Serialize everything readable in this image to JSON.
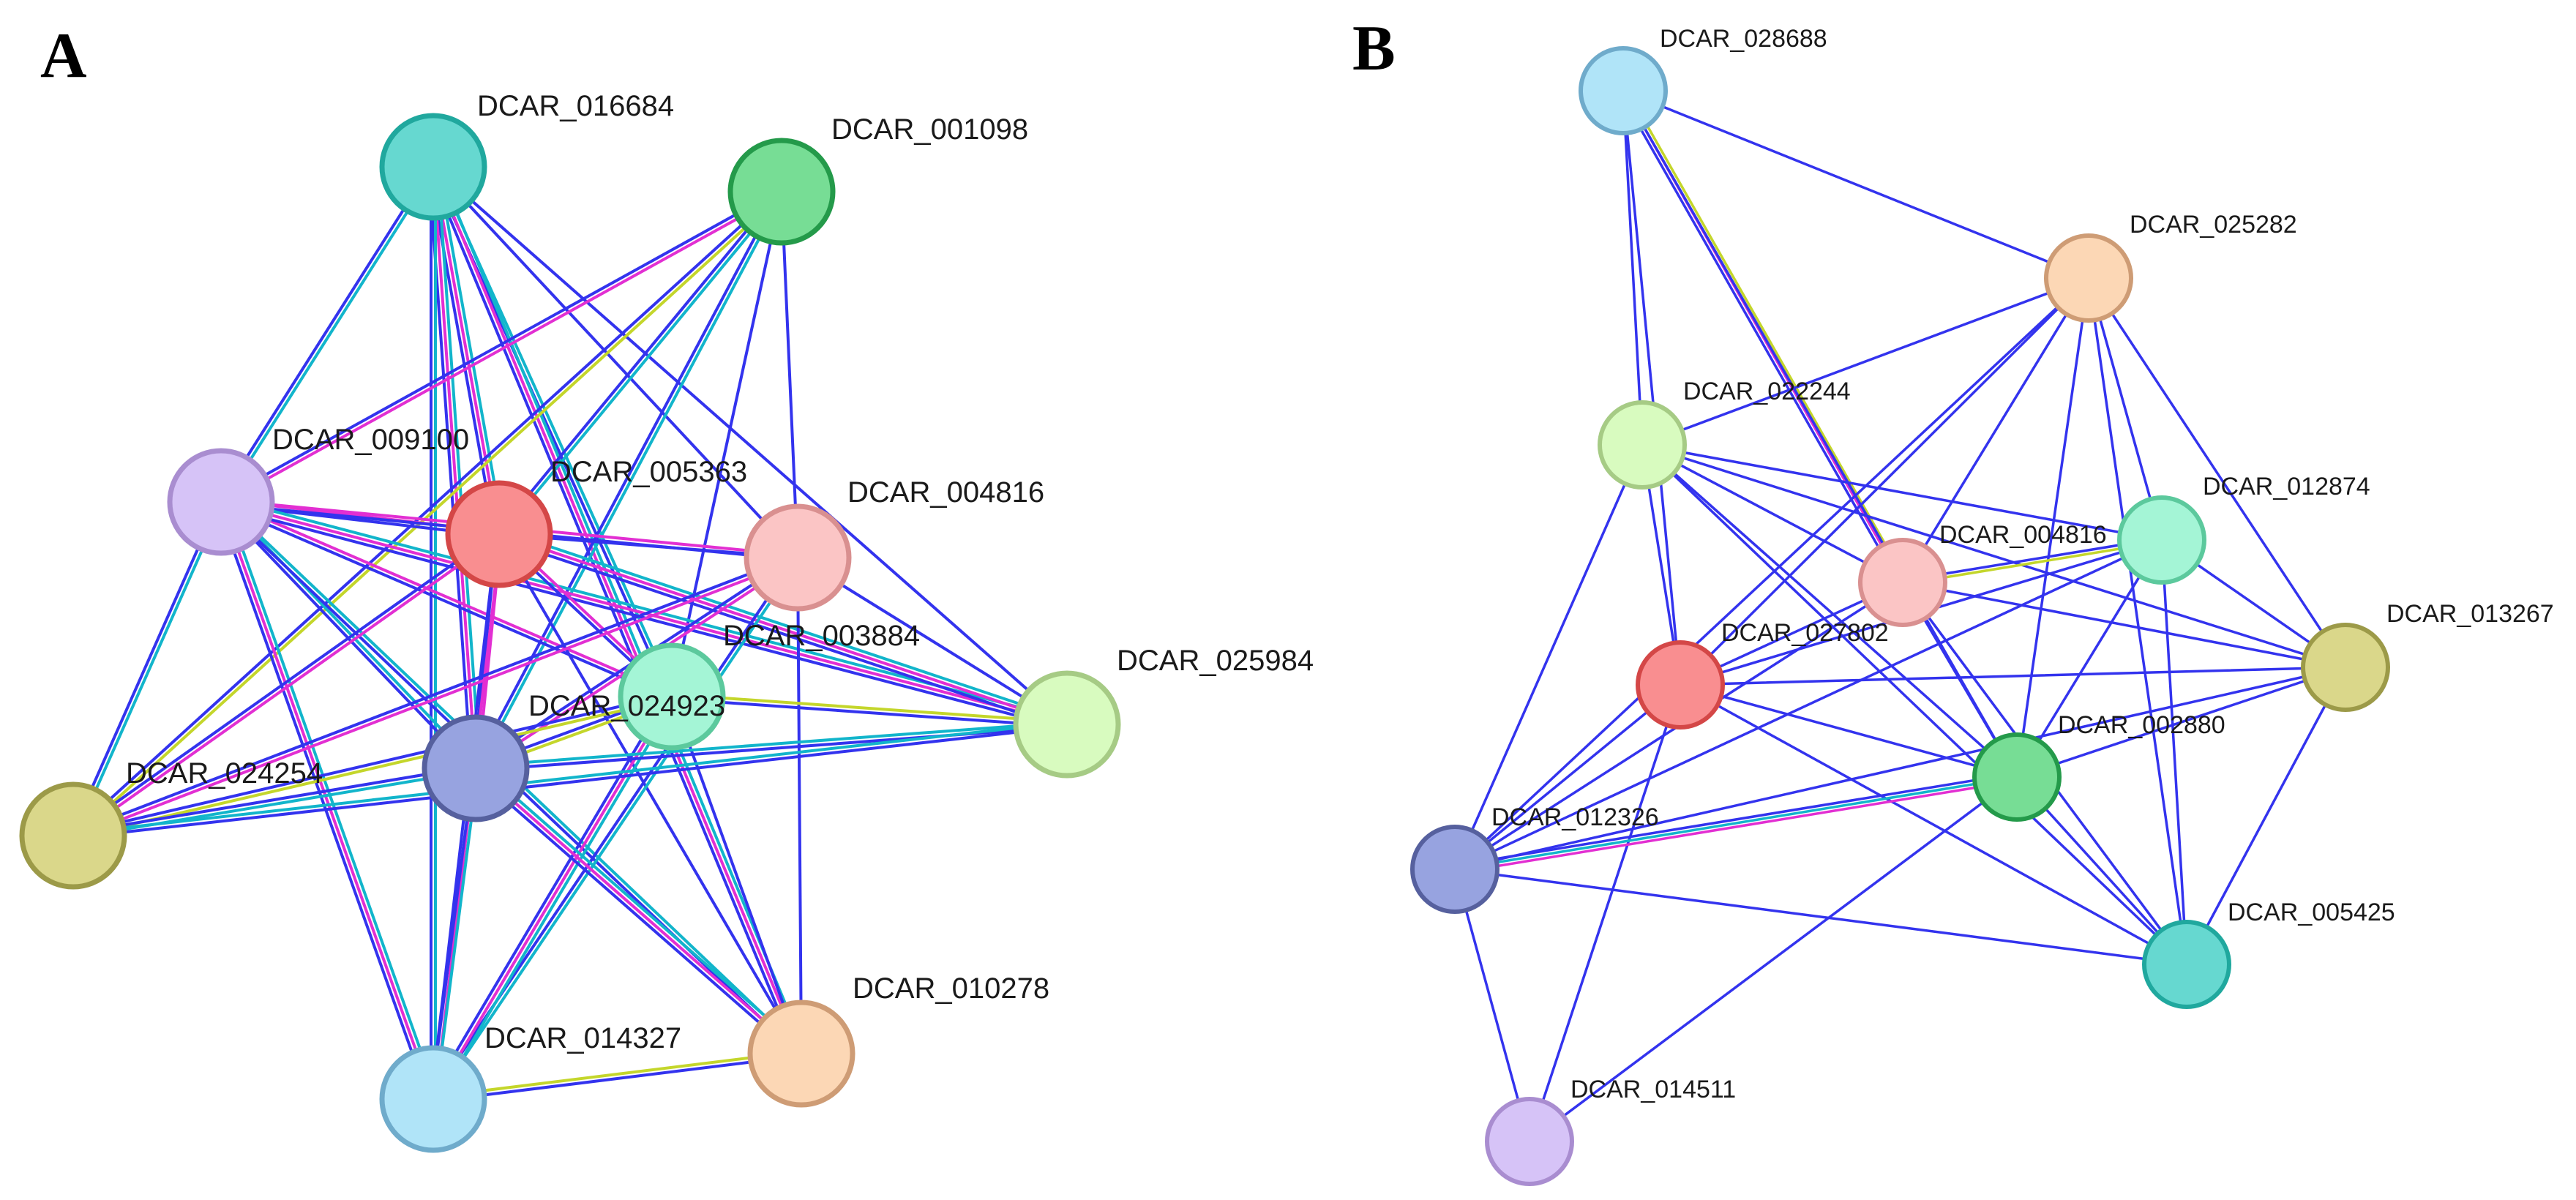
{
  "panels": [
    {
      "letter": "A",
      "nodes": [
        {
          "id": "DCAR_016684",
          "fill": "#66D8D0",
          "stroke": "#20A89E"
        },
        {
          "id": "DCAR_001098",
          "fill": "#77DD95",
          "stroke": "#249A4A"
        },
        {
          "id": "DCAR_009100",
          "fill": "#D6C3F7",
          "stroke": "#A98DD0"
        },
        {
          "id": "DCAR_005363",
          "fill": "#F98E90",
          "stroke": "#D44747"
        },
        {
          "id": "DCAR_004816",
          "fill": "#FBC5C5",
          "stroke": "#D99090"
        },
        {
          "id": "DCAR_003884",
          "fill": "#A4F5D6",
          "stroke": "#5CC99D"
        },
        {
          "id": "DCAR_025984",
          "fill": "#D8FBBF",
          "stroke": "#A6CB85"
        },
        {
          "id": "DCAR_024923",
          "fill": "#97A3E0",
          "stroke": "#56609E"
        },
        {
          "id": "DCAR_024254",
          "fill": "#DAD78A",
          "stroke": "#9C9A48"
        },
        {
          "id": "DCAR_014327",
          "fill": "#B0E4F8",
          "stroke": "#6FABCB"
        },
        {
          "id": "DCAR_010278",
          "fill": "#FCD7B5",
          "stroke": "#CE9C75"
        }
      ],
      "edges": [
        {
          "from": "DCAR_016684",
          "to": "DCAR_009100",
          "types": [
            "cyan",
            "blue"
          ]
        },
        {
          "from": "DCAR_016684",
          "to": "DCAR_005363",
          "types": [
            "cyan",
            "magenta",
            "blue"
          ]
        },
        {
          "from": "DCAR_016684",
          "to": "DCAR_004816",
          "types": [
            "blue"
          ]
        },
        {
          "from": "DCAR_016684",
          "to": "DCAR_003884",
          "types": [
            "cyan",
            "blue"
          ]
        },
        {
          "from": "DCAR_016684",
          "to": "DCAR_024923",
          "types": [
            "cyan",
            "magenta",
            "blue"
          ]
        },
        {
          "from": "DCAR_016684",
          "to": "DCAR_014327",
          "types": [
            "cyan",
            "blue"
          ]
        },
        {
          "from": "DCAR_016684",
          "to": "DCAR_010278",
          "types": [
            "cyan",
            "magenta",
            "blue"
          ]
        },
        {
          "from": "DCAR_016684",
          "to": "DCAR_025984",
          "types": [
            "blue"
          ]
        },
        {
          "from": "DCAR_001098",
          "to": "DCAR_009100",
          "types": [
            "magenta",
            "blue"
          ]
        },
        {
          "from": "DCAR_001098",
          "to": "DCAR_005363",
          "types": [
            "cyan",
            "blue"
          ]
        },
        {
          "from": "DCAR_001098",
          "to": "DCAR_004816",
          "types": [
            "blue"
          ]
        },
        {
          "from": "DCAR_001098",
          "to": "DCAR_024923",
          "types": [
            "cyan",
            "blue"
          ]
        },
        {
          "from": "DCAR_001098",
          "to": "DCAR_003884",
          "types": [
            "blue"
          ]
        },
        {
          "from": "DCAR_001098",
          "to": "DCAR_024254",
          "types": [
            "yellow",
            "blue"
          ]
        },
        {
          "from": "DCAR_009100",
          "to": "DCAR_005363",
          "types": [
            "magenta",
            "blue"
          ]
        },
        {
          "from": "DCAR_009100",
          "to": "DCAR_004816",
          "types": [
            "magenta",
            "blue"
          ]
        },
        {
          "from": "DCAR_009100",
          "to": "DCAR_003884",
          "types": [
            "magenta",
            "blue"
          ]
        },
        {
          "from": "DCAR_009100",
          "to": "DCAR_025984",
          "types": [
            "cyan",
            "magenta",
            "blue"
          ]
        },
        {
          "from": "DCAR_009100",
          "to": "DCAR_024923",
          "types": [
            "cyan",
            "blue"
          ]
        },
        {
          "from": "DCAR_009100",
          "to": "DCAR_024254",
          "types": [
            "cyan",
            "blue"
          ]
        },
        {
          "from": "DCAR_009100",
          "to": "DCAR_014327",
          "types": [
            "cyan",
            "magenta",
            "blue"
          ]
        },
        {
          "from": "DCAR_009100",
          "to": "DCAR_010278",
          "types": [
            "cyan",
            "blue"
          ]
        },
        {
          "from": "DCAR_005363",
          "to": "DCAR_004816",
          "types": [
            "blue"
          ]
        },
        {
          "from": "DCAR_005363",
          "to": "DCAR_003884",
          "types": [
            "magenta",
            "blue"
          ]
        },
        {
          "from": "DCAR_005363",
          "to": "DCAR_025984",
          "types": [
            "cyan",
            "magenta",
            "blue"
          ]
        },
        {
          "from": "DCAR_005363",
          "to": "DCAR_024923",
          "types": [
            "magenta",
            "blue"
          ]
        },
        {
          "from": "DCAR_005363",
          "to": "DCAR_024254",
          "types": [
            "magenta",
            "blue"
          ]
        },
        {
          "from": "DCAR_005363",
          "to": "DCAR_014327",
          "types": [
            "magenta",
            "blue"
          ]
        },
        {
          "from": "DCAR_005363",
          "to": "DCAR_010278",
          "types": [
            "blue"
          ]
        },
        {
          "from": "DCAR_004816",
          "to": "DCAR_024923",
          "types": [
            "magenta",
            "blue"
          ]
        },
        {
          "from": "DCAR_004816",
          "to": "DCAR_024254",
          "types": [
            "magenta",
            "blue"
          ]
        },
        {
          "from": "DCAR_004816",
          "to": "DCAR_025984",
          "types": [
            "blue"
          ]
        },
        {
          "from": "DCAR_004816",
          "to": "DCAR_010278",
          "types": [
            "blue"
          ]
        },
        {
          "from": "DCAR_004816",
          "to": "DCAR_014327",
          "types": [
            "cyan",
            "blue"
          ]
        },
        {
          "from": "DCAR_003884",
          "to": "DCAR_025984",
          "types": [
            "yellow",
            "blue"
          ]
        },
        {
          "from": "DCAR_003884",
          "to": "DCAR_024923",
          "types": [
            "yellow",
            "blue"
          ]
        },
        {
          "from": "DCAR_003884",
          "to": "DCAR_024254",
          "types": [
            "yellow",
            "blue"
          ]
        },
        {
          "from": "DCAR_003884",
          "to": "DCAR_014327",
          "types": [
            "cyan",
            "magenta",
            "blue"
          ]
        },
        {
          "from": "DCAR_003884",
          "to": "DCAR_010278",
          "types": [
            "blue"
          ]
        },
        {
          "from": "DCAR_024923",
          "to": "DCAR_025984",
          "types": [
            "cyan",
            "blue"
          ]
        },
        {
          "from": "DCAR_024923",
          "to": "DCAR_024254",
          "types": [
            "cyan",
            "blue"
          ]
        },
        {
          "from": "DCAR_024923",
          "to": "DCAR_014327",
          "types": [
            "cyan",
            "blue"
          ]
        },
        {
          "from": "DCAR_024923",
          "to": "DCAR_010278",
          "types": [
            "cyan",
            "magenta",
            "blue"
          ]
        },
        {
          "from": "DCAR_024254",
          "to": "DCAR_025984",
          "types": [
            "cyan",
            "blue"
          ]
        },
        {
          "from": "DCAR_014327",
          "to": "DCAR_010278",
          "types": [
            "yellow",
            "blue"
          ]
        }
      ]
    },
    {
      "letter": "B",
      "nodes": [
        {
          "id": "DCAR_028688",
          "fill": "#B0E4F8",
          "stroke": "#6FABCB"
        },
        {
          "id": "DCAR_025282",
          "fill": "#FCD7B5",
          "stroke": "#CE9C75"
        },
        {
          "id": "DCAR_022244",
          "fill": "#D8FBBF",
          "stroke": "#A6CB85"
        },
        {
          "id": "DCAR_012874",
          "fill": "#A4F5D6",
          "stroke": "#5CC99D"
        },
        {
          "id": "DCAR_004816",
          "fill": "#FBC5C5",
          "stroke": "#D99090"
        },
        {
          "id": "DCAR_013267",
          "fill": "#DAD78A",
          "stroke": "#9C9A48"
        },
        {
          "id": "DCAR_027802",
          "fill": "#F98E90",
          "stroke": "#D44747"
        },
        {
          "id": "DCAR_002880",
          "fill": "#77DD95",
          "stroke": "#249A4A"
        },
        {
          "id": "DCAR_012326",
          "fill": "#97A3E0",
          "stroke": "#56609E"
        },
        {
          "id": "DCAR_005425",
          "fill": "#66D8D0",
          "stroke": "#20A89E"
        },
        {
          "id": "DCAR_014511",
          "fill": "#D6C3F7",
          "stroke": "#A98DD0"
        }
      ],
      "edges": [
        {
          "from": "DCAR_028688",
          "to": "DCAR_025282",
          "types": [
            "blue"
          ]
        },
        {
          "from": "DCAR_028688",
          "to": "DCAR_004816",
          "types": [
            "yellow",
            "magenta",
            "blue"
          ]
        },
        {
          "from": "DCAR_028688",
          "to": "DCAR_027802",
          "types": [
            "blue"
          ]
        },
        {
          "from": "DCAR_028688",
          "to": "DCAR_022244",
          "types": [
            "blue"
          ]
        },
        {
          "from": "DCAR_028688",
          "to": "DCAR_002880",
          "types": [
            "blue"
          ]
        },
        {
          "from": "DCAR_025282",
          "to": "DCAR_022244",
          "types": [
            "blue"
          ]
        },
        {
          "from": "DCAR_025282",
          "to": "DCAR_012874",
          "types": [
            "blue"
          ]
        },
        {
          "from": "DCAR_025282",
          "to": "DCAR_013267",
          "types": [
            "blue"
          ]
        },
        {
          "from": "DCAR_025282",
          "to": "DCAR_027802",
          "types": [
            "blue"
          ]
        },
        {
          "from": "DCAR_025282",
          "to": "DCAR_002880",
          "types": [
            "blue"
          ]
        },
        {
          "from": "DCAR_025282",
          "to": "DCAR_012326",
          "types": [
            "blue"
          ]
        },
        {
          "from": "DCAR_025282",
          "to": "DCAR_005425",
          "types": [
            "blue"
          ]
        },
        {
          "from": "DCAR_025282",
          "to": "DCAR_004816",
          "types": [
            "blue"
          ]
        },
        {
          "from": "DCAR_022244",
          "to": "DCAR_004816",
          "types": [
            "blue"
          ]
        },
        {
          "from": "DCAR_022244",
          "to": "DCAR_012874",
          "types": [
            "blue"
          ]
        },
        {
          "from": "DCAR_022244",
          "to": "DCAR_027802",
          "types": [
            "blue"
          ]
        },
        {
          "from": "DCAR_022244",
          "to": "DCAR_002880",
          "types": [
            "blue"
          ]
        },
        {
          "from": "DCAR_022244",
          "to": "DCAR_012326",
          "types": [
            "blue"
          ]
        },
        {
          "from": "DCAR_022244",
          "to": "DCAR_005425",
          "types": [
            "blue"
          ]
        },
        {
          "from": "DCAR_022244",
          "to": "DCAR_013267",
          "types": [
            "blue"
          ]
        },
        {
          "from": "DCAR_012874",
          "to": "DCAR_004816",
          "types": [
            "yellow",
            "blue"
          ]
        },
        {
          "from": "DCAR_012874",
          "to": "DCAR_013267",
          "types": [
            "blue"
          ]
        },
        {
          "from": "DCAR_012874",
          "to": "DCAR_027802",
          "types": [
            "blue"
          ]
        },
        {
          "from": "DCAR_012874",
          "to": "DCAR_002880",
          "types": [
            "blue"
          ]
        },
        {
          "from": "DCAR_012874",
          "to": "DCAR_012326",
          "types": [
            "blue"
          ]
        },
        {
          "from": "DCAR_012874",
          "to": "DCAR_005425",
          "types": [
            "blue"
          ]
        },
        {
          "from": "DCAR_004816",
          "to": "DCAR_027802",
          "types": [
            "blue"
          ]
        },
        {
          "from": "DCAR_004816",
          "to": "DCAR_002880",
          "types": [
            "blue"
          ]
        },
        {
          "from": "DCAR_004816",
          "to": "DCAR_012326",
          "types": [
            "blue"
          ]
        },
        {
          "from": "DCAR_004816",
          "to": "DCAR_013267",
          "types": [
            "blue"
          ]
        },
        {
          "from": "DCAR_004816",
          "to": "DCAR_005425",
          "types": [
            "blue"
          ]
        },
        {
          "from": "DCAR_027802",
          "to": "DCAR_002880",
          "types": [
            "blue"
          ]
        },
        {
          "from": "DCAR_027802",
          "to": "DCAR_012326",
          "types": [
            "blue"
          ]
        },
        {
          "from": "DCAR_027802",
          "to": "DCAR_013267",
          "types": [
            "blue"
          ]
        },
        {
          "from": "DCAR_027802",
          "to": "DCAR_005425",
          "types": [
            "blue"
          ]
        },
        {
          "from": "DCAR_027802",
          "to": "DCAR_014511",
          "types": [
            "blue"
          ]
        },
        {
          "from": "DCAR_002880",
          "to": "DCAR_012326",
          "types": [
            "magenta",
            "cyan",
            "blue"
          ]
        },
        {
          "from": "DCAR_002880",
          "to": "DCAR_005425",
          "types": [
            "blue"
          ]
        },
        {
          "from": "DCAR_002880",
          "to": "DCAR_013267",
          "types": [
            "blue"
          ]
        },
        {
          "from": "DCAR_002880",
          "to": "DCAR_014511",
          "types": [
            "blue"
          ]
        },
        {
          "from": "DCAR_012326",
          "to": "DCAR_013267",
          "types": [
            "blue"
          ]
        },
        {
          "from": "DCAR_012326",
          "to": "DCAR_005425",
          "types": [
            "blue"
          ]
        },
        {
          "from": "DCAR_012326",
          "to": "DCAR_014511",
          "types": [
            "blue"
          ]
        },
        {
          "from": "DCAR_013267",
          "to": "DCAR_005425",
          "types": [
            "blue"
          ]
        }
      ]
    }
  ],
  "edge_colors": {
    "blue": "#3333EE",
    "cyan": "#12B5CB",
    "magenta": "#E22FD2",
    "yellow": "#C4D62B"
  }
}
